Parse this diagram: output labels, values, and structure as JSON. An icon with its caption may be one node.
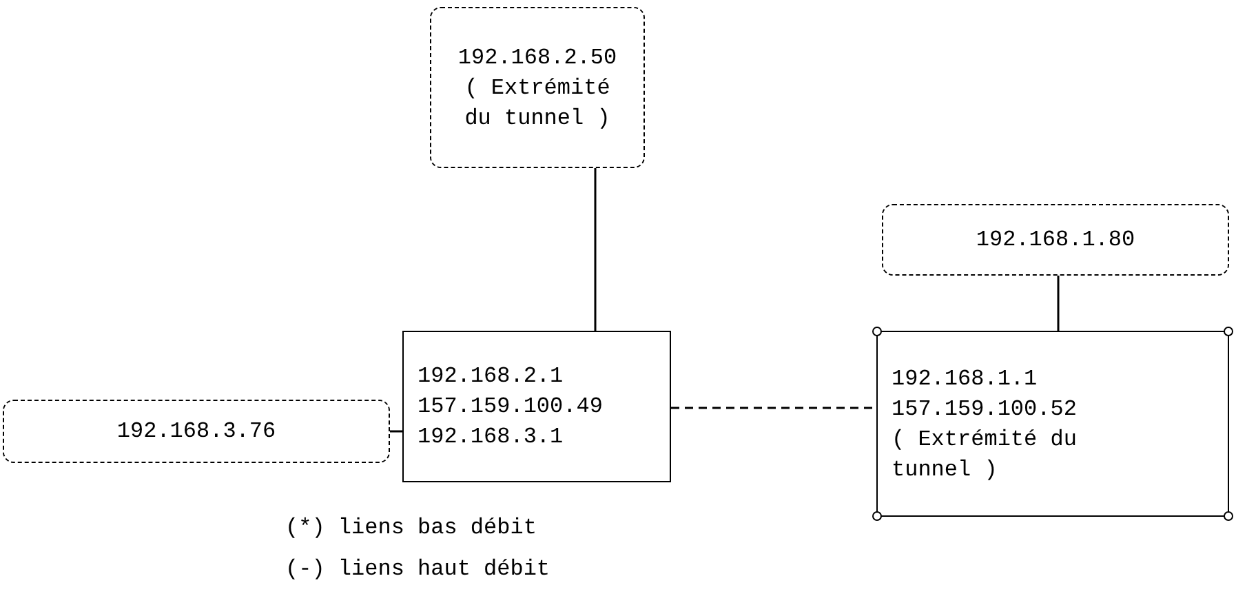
{
  "diagram": {
    "nodes": [
      {
        "text": [
          "192.168.2.50",
          "( Extrémité du tunnel )"
        ]
      },
      {
        "text": [
          "192.168.1.80"
        ]
      },
      {
        "text": [
          "192.168.2.1",
          "157.159.100.49",
          "192.168.3.1"
        ]
      },
      {
        "text": [
          "192.168.3.76"
        ]
      },
      {
        "text": [
          "192.168.1.1",
          "157.159.100.52",
          "( Extrémité du tunnel )"
        ]
      }
    ],
    "edges": [
      {
        "from": 0,
        "to": 2,
        "arrow": "none"
      },
      {
        "from": 1,
        "to": 4,
        "arrow": "none"
      },
      {
        "from": 3,
        "to": 2,
        "arrow": "none"
      },
      {
        "from": 2,
        "to": 4,
        "arrow": "none",
        "style": "dashed"
      }
    ],
    "labels": [
      "(*) liens bas débit",
      "(-) liens haut débit"
    ]
  }
}
